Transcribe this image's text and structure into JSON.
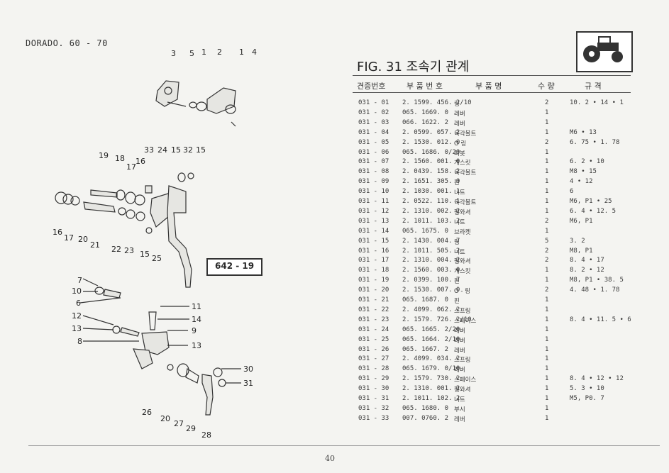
{
  "model": "DORADO. 60 - 70",
  "figure_title": "FIG. 31 조속기 관계",
  "headers": {
    "ref": "견증번호",
    "part_no": "부 품 번 호",
    "name": "부 품 명",
    "qty": "수 량",
    "spec": "규 격"
  },
  "rows": [
    {
      "ref": "031 - 01",
      "part": "2. 1599. 456. 2/10",
      "name": "링",
      "qty": "2",
      "spec": "10. 2 • 14 • 1"
    },
    {
      "ref": "031 - 02",
      "part": "065. 1669. 0",
      "name": "레버",
      "qty": "1",
      "spec": ""
    },
    {
      "ref": "031 - 03",
      "part": "066. 1622. 2",
      "name": "레버",
      "qty": "1",
      "spec": ""
    },
    {
      "ref": "031 - 04",
      "part": "2. 0599. 057. 2",
      "name": "육각볼트",
      "qty": "1",
      "spec": "M6 • 13"
    },
    {
      "ref": "031 - 05",
      "part": "2. 1530. 012. 0",
      "name": "O 링",
      "qty": "2",
      "spec": "6. 75 • 1. 78"
    },
    {
      "ref": "031 - 06",
      "part": "065. 1686. 0/20",
      "name": "피봇",
      "qty": "1",
      "spec": ""
    },
    {
      "ref": "031 - 07",
      "part": "2. 1560. 001. 0",
      "name": "개스킷",
      "qty": "1",
      "spec": "6. 2 • 10"
    },
    {
      "ref": "031 - 08",
      "part": "2. 0439. 158. 2",
      "name": "육각볼트",
      "qty": "1",
      "spec": "M8 • 15"
    },
    {
      "ref": "031 - 09",
      "part": "2. 1651. 305. 0",
      "name": "핀",
      "qty": "1",
      "spec": "4 • 12"
    },
    {
      "ref": "031 - 10",
      "part": "2. 1030. 001. 1",
      "name": "너트",
      "qty": "1",
      "spec": "6"
    },
    {
      "ref": "031 - 11",
      "part": "2. 0522. 110. 1",
      "name": "육각볼트",
      "qty": "1",
      "spec": "M6, P1 • 25"
    },
    {
      "ref": "031 - 12",
      "part": "2. 1310. 002. 2",
      "name": "평와셔",
      "qty": "1",
      "spec": "6. 4 • 12. 5"
    },
    {
      "ref": "031 - 13",
      "part": "2. 1011. 103. 2",
      "name": "너트",
      "qty": "2",
      "spec": "M6, P1"
    },
    {
      "ref": "031 - 14",
      "part": "065. 1675. 0",
      "name": "브라켓",
      "qty": "1",
      "spec": ""
    },
    {
      "ref": "031 - 15",
      "part": "2. 1430. 004. 7",
      "name": "링",
      "qty": "5",
      "spec": "3. 2"
    },
    {
      "ref": "031 - 16",
      "part": "2. 1011. 505. 2",
      "name": "너트",
      "qty": "2",
      "spec": "M8, P1"
    },
    {
      "ref": "031 - 17",
      "part": "2. 1310. 004. 2",
      "name": "평와셔",
      "qty": "2",
      "spec": "8. 4 • 17"
    },
    {
      "ref": "031 - 18",
      "part": "2. 1560. 003. 0",
      "name": "개스킷",
      "qty": "1",
      "spec": "8. 2 • 12"
    },
    {
      "ref": "031 - 19",
      "part": "2. 0399. 100. 7",
      "name": "핀",
      "qty": "1",
      "spec": "M8, P1 • 38. 5"
    },
    {
      "ref": "031 - 20",
      "part": "2. 1530. 007. 0",
      "name": "O - 링",
      "qty": "2",
      "spec": "4. 48 • 1. 78"
    },
    {
      "ref": "031 - 21",
      "part": "065. 1687. 0",
      "name": "핀",
      "qty": "1",
      "spec": ""
    },
    {
      "ref": "031 - 22",
      "part": "2. 4099. 062. 2",
      "name": "스프링",
      "qty": "1",
      "spec": ""
    },
    {
      "ref": "031 - 23",
      "part": "2. 1579. 726. 2/10",
      "name": "스페이스",
      "qty": "1",
      "spec": "8. 4 • 11. 5 • 6"
    },
    {
      "ref": "031 - 24",
      "part": "065. 1665. 2/20",
      "name": "레버",
      "qty": "1",
      "spec": ""
    },
    {
      "ref": "031 - 25",
      "part": "065. 1664. 2/10",
      "name": "레버",
      "qty": "1",
      "spec": ""
    },
    {
      "ref": "031 - 26",
      "part": "065. 1667. 2",
      "name": "레버",
      "qty": "1",
      "spec": ""
    },
    {
      "ref": "031 - 27",
      "part": "2. 4099. 034. 2",
      "name": "스프링",
      "qty": "1",
      "spec": ""
    },
    {
      "ref": "031 - 28",
      "part": "065. 1679. 0/10",
      "name": "레버",
      "qty": "1",
      "spec": ""
    },
    {
      "ref": "031 - 29",
      "part": "2. 1579. 730. 2",
      "name": "스페이스",
      "qty": "1",
      "spec": "8. 4 • 12 • 12"
    },
    {
      "ref": "031 - 30",
      "part": "2. 1310. 001. 2",
      "name": "평와셔",
      "qty": "1",
      "spec": "5. 3 • 10"
    },
    {
      "ref": "031 - 31",
      "part": "2. 1011. 102. 2",
      "name": "너트",
      "qty": "1",
      "spec": "M5, P0. 7"
    },
    {
      "ref": "031 - 32",
      "part": "065. 1680. 0",
      "name": "부시",
      "qty": "1",
      "spec": ""
    },
    {
      "ref": "031 - 33",
      "part": "007. 0760. 2",
      "name": "레버",
      "qty": "1",
      "spec": ""
    }
  ],
  "diagram": {
    "code": "642 - 19",
    "callouts": [
      "3",
      "5",
      "1",
      "2",
      "1",
      "4",
      "19",
      "18",
      "17",
      "16",
      "33",
      "24",
      "15",
      "32",
      "15",
      "16",
      "17",
      "20",
      "21",
      "22",
      "23",
      "15",
      "25",
      "7",
      "10",
      "6",
      "12",
      "13",
      "8",
      "11",
      "14",
      "9",
      "13",
      "26",
      "20",
      "27",
      "29",
      "28",
      "30",
      "31"
    ]
  },
  "page_number": "40"
}
